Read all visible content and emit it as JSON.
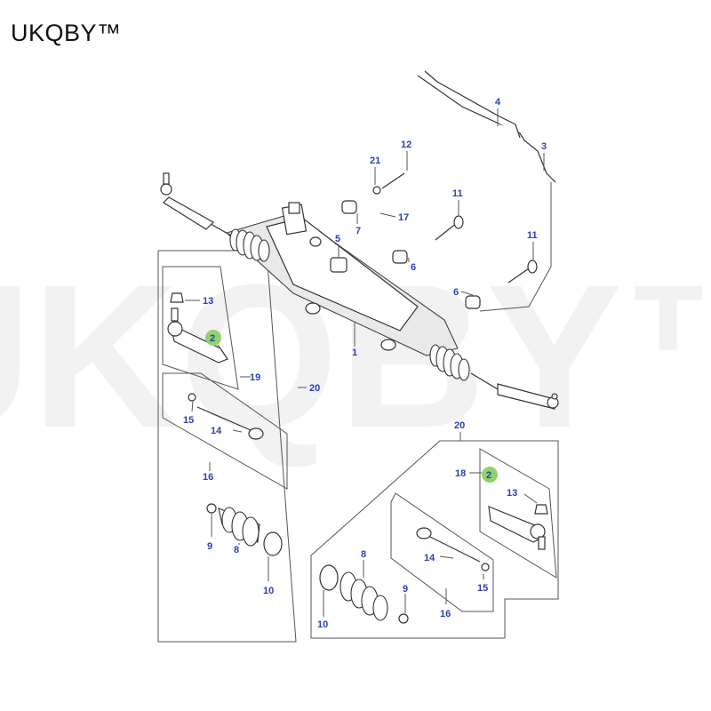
{
  "brand": "UKQBY™",
  "watermark": "UKQBY™",
  "colors": {
    "callout": "#2a3fb8",
    "highlight": "#8fd36b",
    "line": "#555555",
    "watermark": "#f2f2f2"
  },
  "callouts": {
    "c1": "1",
    "c2a": "2",
    "c2b": "2",
    "c3": "3",
    "c4": "4",
    "c5": "5",
    "c6a": "6",
    "c6b": "6",
    "c7": "7",
    "c8a": "8",
    "c8b": "8",
    "c9a": "9",
    "c9b": "9",
    "c10a": "10",
    "c10b": "10",
    "c11a": "11",
    "c11b": "11",
    "c12": "12",
    "c13a": "13",
    "c13b": "13",
    "c14a": "14",
    "c14b": "14",
    "c15a": "15",
    "c15b": "15",
    "c16a": "16",
    "c16b": "16",
    "c17": "17",
    "c18": "18",
    "c19": "19",
    "c20a": "20",
    "c20b": "20",
    "c21": "21"
  }
}
